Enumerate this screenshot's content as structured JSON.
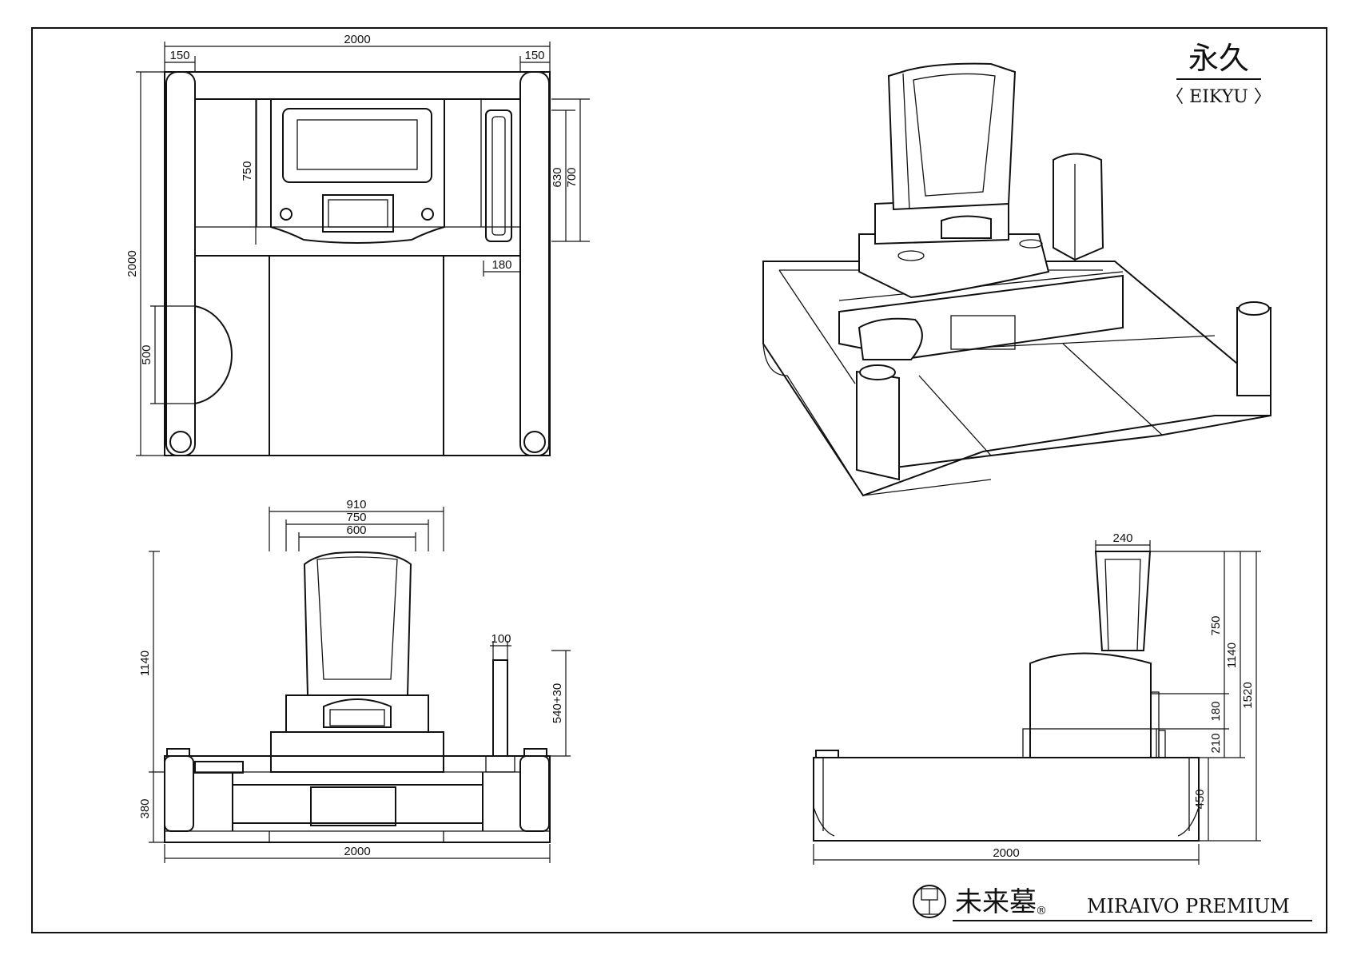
{
  "title": {
    "kanji": "永久",
    "romaji": "〈 EIKYU 〉"
  },
  "brand": {
    "kanji": "未来墓",
    "reg": "®",
    "name": "MIRAIVO PREMIUM"
  },
  "plan_view": {
    "width": "2000",
    "left_edge": "150",
    "right_edge": "150",
    "depth": "2000",
    "stone_depth": "750",
    "depth_630": "630",
    "depth_700": "700",
    "border": "180",
    "circle": "500"
  },
  "front_view": {
    "w910": "910",
    "w750": "750",
    "w600": "600",
    "height": "1140",
    "base": "380",
    "side_w": "100",
    "side_h": "540+30",
    "width": "2000"
  },
  "side_view": {
    "top": "240",
    "h750": "750",
    "h1140": "1140",
    "h1520": "1520",
    "h180": "180",
    "h210": "210",
    "h450": "450",
    "width": "2000"
  }
}
